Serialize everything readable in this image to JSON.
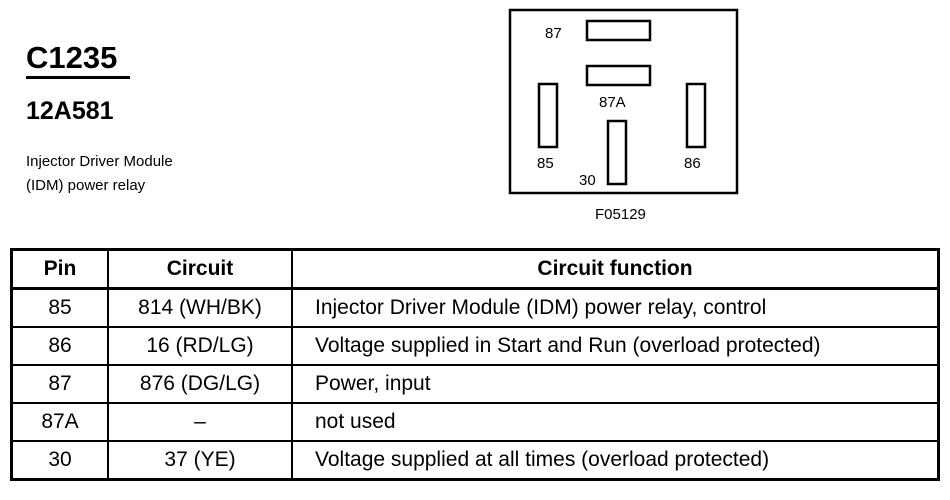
{
  "header": {
    "connector_id": "C1235",
    "part_number": "12A581",
    "description": "Injector Driver Module (IDM) power relay"
  },
  "diagram": {
    "pin_labels": {
      "p87": "87",
      "p87a": "87A",
      "p85": "85",
      "p86": "86",
      "p30": "30"
    },
    "figure_id": "F05129"
  },
  "table": {
    "headers": {
      "pin": "Pin",
      "circuit": "Circuit",
      "function": "Circuit function"
    },
    "rows": [
      {
        "pin": "85",
        "circuit": "814 (WH/BK)",
        "function": "Injector Driver Module (IDM) power relay, control"
      },
      {
        "pin": "86",
        "circuit": "16 (RD/LG)",
        "function": "Voltage supplied in Start and Run (overload protected)"
      },
      {
        "pin": "87",
        "circuit": "876 (DG/LG)",
        "function": "Power, input"
      },
      {
        "pin": "87A",
        "circuit": "–",
        "function": "not used"
      },
      {
        "pin": "30",
        "circuit": "37 (YE)",
        "function": "Voltage supplied at all times (overload protected)"
      }
    ]
  }
}
